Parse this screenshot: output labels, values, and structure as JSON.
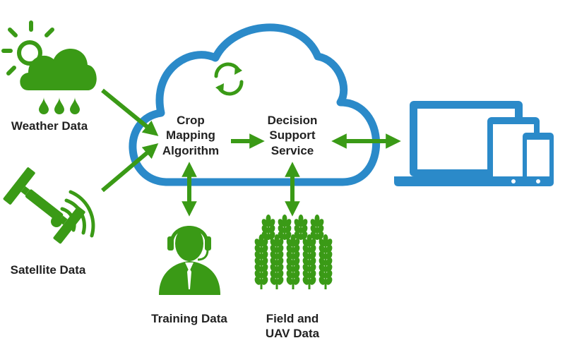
{
  "colors": {
    "green": "#3a9a16",
    "cloud_blue": "#2b8ac9",
    "device_blue": "#2b8ac9",
    "text": "#222222",
    "background": "#ffffff"
  },
  "nodes": {
    "weather": {
      "label": "Weather Data",
      "icon": "cloud-rain-sun-icon"
    },
    "satellite": {
      "label": "Satellite Data",
      "icon": "satellite-icon"
    },
    "crop_mapping": {
      "line1": "Crop",
      "line2": "Mapping",
      "line3": "Algorithm"
    },
    "decision_support": {
      "line1": "Decision",
      "line2": "Support",
      "line3": "Service"
    },
    "training": {
      "label": "Training Data",
      "icon": "operator-headset-icon"
    },
    "field_uav": {
      "line1": "Field and",
      "line2": "UAV Data",
      "icon": "wheat-icon"
    },
    "devices": {
      "icons": [
        "laptop-icon",
        "tablet-icon",
        "phone-icon"
      ]
    }
  },
  "cloud_icon": "refresh-cycle-icon"
}
